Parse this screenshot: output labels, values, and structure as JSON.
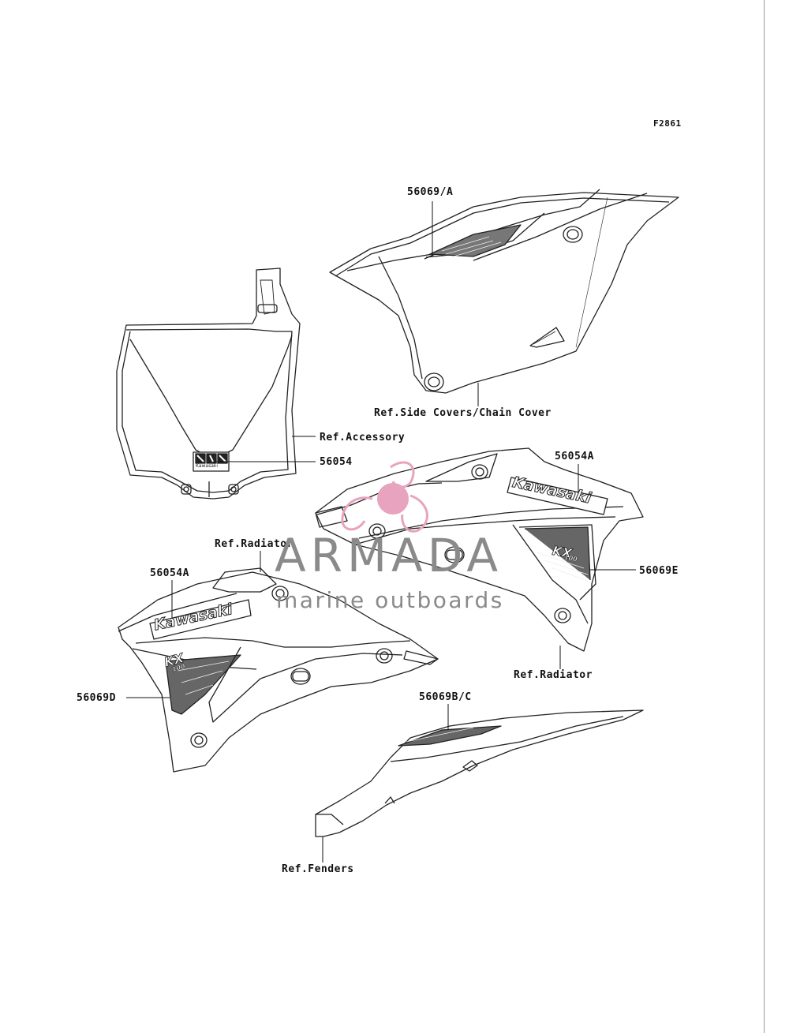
{
  "figure_code": "F2861",
  "labels": {
    "p56069A": "56069/A",
    "ref_side_covers": "Ref.Side Covers/Chain Cover",
    "ref_accessory": "Ref.Accessory",
    "p56054": "56054",
    "p56054A_right": "56054A",
    "ref_radiator_left": "Ref.Radiator",
    "p56054A_left": "56054A",
    "p56069E": "56069E",
    "p56069D": "56069D",
    "ref_radiator_right": "Ref.Radiator",
    "p56069BC": "56069B/C",
    "ref_fenders": "Ref.Fenders"
  },
  "decal_text": {
    "brand": "Kawasaki",
    "model": "KX",
    "model_sub": "100"
  },
  "watermark": {
    "title": "ARMADA",
    "subtitle": "marine outboards",
    "logo_color": "#e8a3bf"
  }
}
